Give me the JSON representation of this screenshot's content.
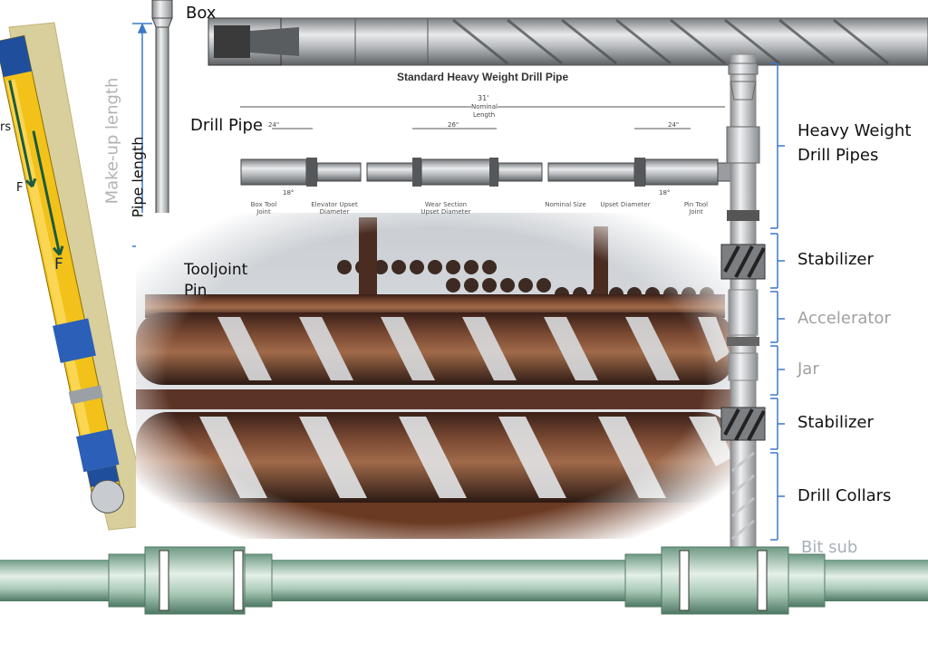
{
  "labels": {
    "box": "Box",
    "drill_pipe": "Drill Pipe",
    "makeup_length": "Make-up length",
    "pipe_length": "Pipe length",
    "tooljoint_pin_line1": "Tooljoint",
    "tooljoint_pin_line2": "Pin",
    "left_fragment": "rs",
    "force_small": "F",
    "force_large": "F"
  },
  "hwdp_drawing": {
    "title": "Standard Heavy Weight Drill Pipe",
    "nominal_length_value": "31'",
    "nominal_length_label_1": "Nominal",
    "nominal_length_label_2": "Length",
    "dim_left": "24\"",
    "dim_center": "26\"",
    "dim_right": "24\"",
    "angle_left": "18°",
    "angle_right": "18°",
    "callouts": [
      "Box Tool Joint",
      "Elevator Upset Diameter",
      "Wear Section Upset Diameter",
      "Nominal Size",
      "Upset Diameter",
      "Pin Tool Joint"
    ]
  },
  "bha_components": [
    {
      "name": "Heavy Weight Drill Pipes",
      "line1": "Heavy Weight",
      "line2": "Drill Pipes",
      "color": "#111111"
    },
    {
      "name": "Stabilizer",
      "line1": "Stabilizer",
      "line2": "",
      "color": "#111111"
    },
    {
      "name": "Accelerator",
      "line1": "Accelerator",
      "line2": "",
      "color": "#a0a0a0"
    },
    {
      "name": "Jar",
      "line1": "Jar",
      "line2": "",
      "color": "#a0a0a0"
    },
    {
      "name": "Stabilizer",
      "line1": "Stabilizer",
      "line2": "",
      "color": "#111111"
    },
    {
      "name": "Drill Collars",
      "line1": "Drill Collars",
      "line2": "",
      "color": "#111111"
    },
    {
      "name": "Bit sub",
      "line1": "Bit sub",
      "line2": "",
      "color": "#a8b0b8"
    }
  ],
  "colors": {
    "accent_blue": "#3a78c9",
    "wellbore_yellow": "#f2c21b",
    "pipe_green": "#8fb8a2",
    "rust": "#6b3a22"
  }
}
